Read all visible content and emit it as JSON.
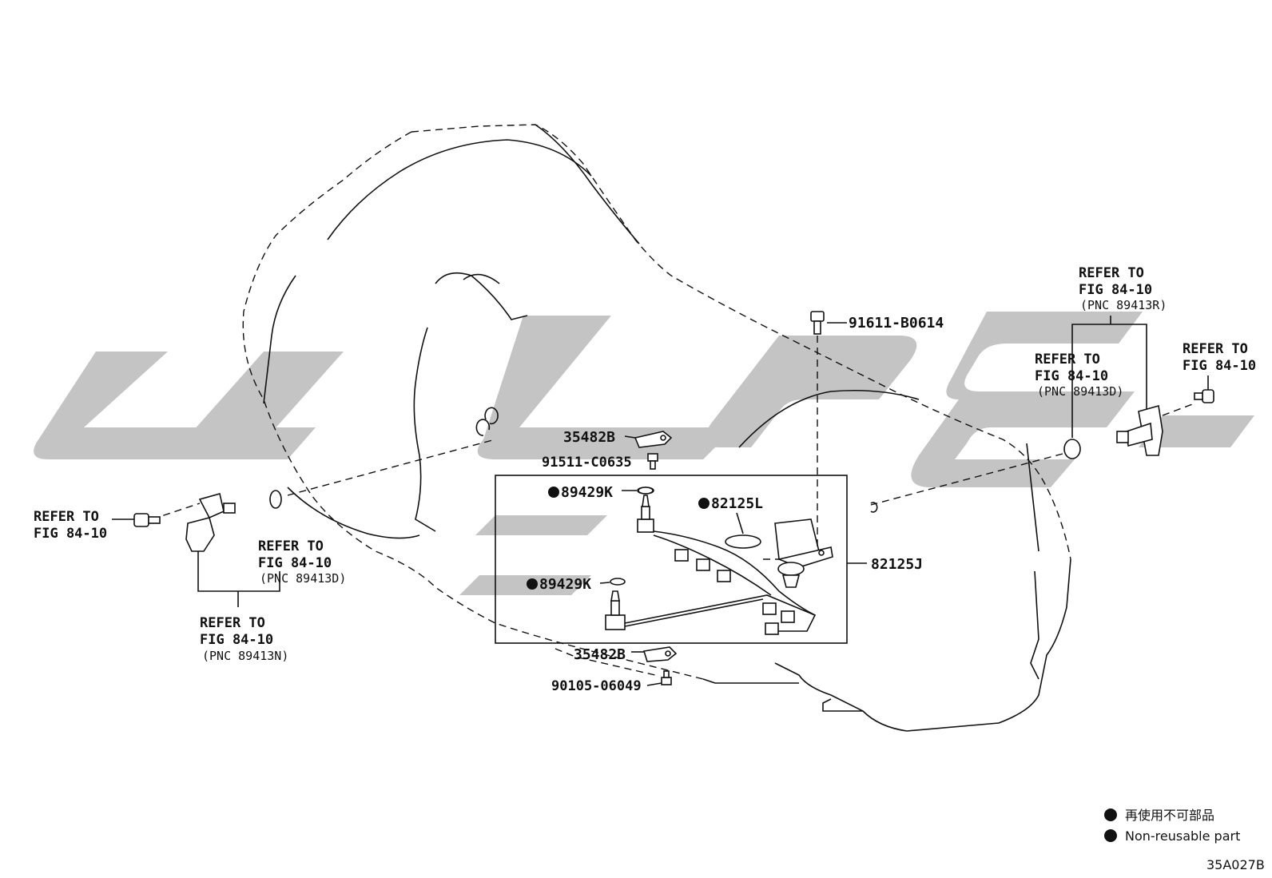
{
  "refer_to": {
    "line1": "REFER TO",
    "line2": "FIG 84-10"
  },
  "pnc": {
    "pnc_r": "(PNC 89413R)",
    "pnc_d": "(PNC 89413D)",
    "pnc_n": "(PNC 89413N)"
  },
  "parts": {
    "p91611": "91611-B0614",
    "p35482_top": "35482B",
    "p91511": "91511-C0635",
    "p89429_top": "89429K",
    "p82125l": "82125L",
    "p82125j": "82125J",
    "p89429_bottom": "89429K",
    "p35482_bottom": "35482B",
    "p90105": "90105-06049"
  },
  "legend": {
    "japanese": "再使用不可部品",
    "english": "Non-reusable part"
  },
  "figure_code": "35A027B"
}
